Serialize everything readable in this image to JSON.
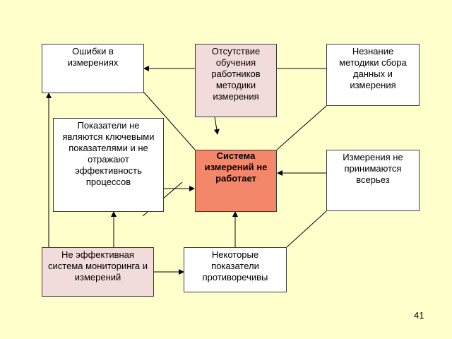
{
  "boxes": {
    "measurement_errors": "Ошибки в\nизмерениях",
    "no_training": "Отсутствие\nобучения\nработников\nметодики\nизмерения",
    "no_knowledge": "Незнание\nметодики сбора\nданных и\nизмерения",
    "not_key_indicators": "Показатели не\nявляются ключевыми\nпоказателями и не\nотражают\nэффективность\nпроцессов",
    "system_not_working": "Система\nизмерений не\nработает",
    "not_serious": "Измерения не\nпринимаются\nвсерьез",
    "ineffective_monitoring": "Не эффективная\nсистема мониторинга и\nизмерений",
    "contradictory": "Некоторые\nпоказатели\nпротиворечивы"
  },
  "page_number": "41",
  "colors": {
    "background": "#ffffcc",
    "main_box": "#f4876a",
    "pink_box": "#f2dcdb",
    "white_box": "#ffffff",
    "line": "#000000"
  }
}
